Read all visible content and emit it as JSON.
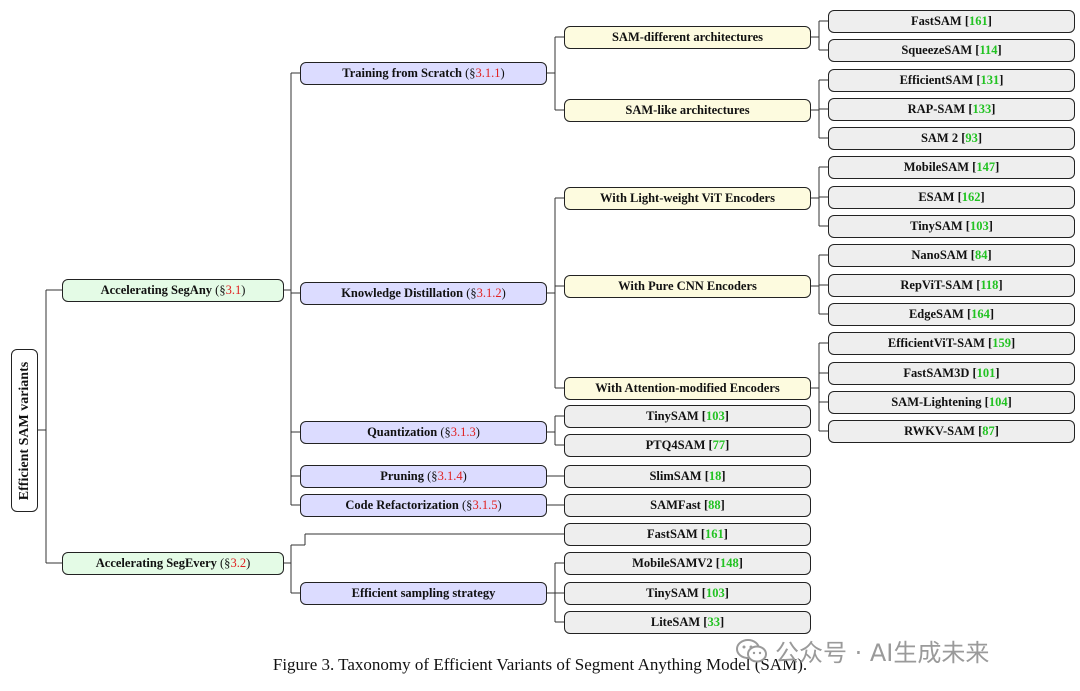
{
  "diagram": {
    "root": "Efficient SAM variants",
    "level1": [
      {
        "label": "Accelerating SegAny",
        "section": "3.1"
      },
      {
        "label": "Accelerating SegEvery",
        "section": "3.2"
      }
    ],
    "level2": [
      {
        "label": "Training from Scratch",
        "section": "3.1.1"
      },
      {
        "label": "Knowledge Distillation",
        "section": "3.1.2"
      },
      {
        "label": "Quantization",
        "section": "3.1.3"
      },
      {
        "label": "Pruning",
        "section": "3.1.4"
      },
      {
        "label": "Code Refactorization",
        "section": "3.1.5"
      },
      {
        "label": "Efficient sampling strategy",
        "section": ""
      }
    ],
    "level3": [
      {
        "label": "SAM-different architectures"
      },
      {
        "label": "SAM-like architectures"
      },
      {
        "label": "With Light-weight ViT Encoders"
      },
      {
        "label": "With Pure CNN Encoders"
      },
      {
        "label": "With Attention-modified Encoders"
      }
    ],
    "methods": [
      {
        "name": "FastSAM",
        "ref": "161"
      },
      {
        "name": "SqueezeSAM",
        "ref": "114"
      },
      {
        "name": "EfficientSAM",
        "ref": "131"
      },
      {
        "name": "RAP-SAM",
        "ref": "133"
      },
      {
        "name": "SAM 2",
        "ref": "93"
      },
      {
        "name": "MobileSAM",
        "ref": "147"
      },
      {
        "name": "ESAM",
        "ref": "162"
      },
      {
        "name": "TinySAM",
        "ref": "103"
      },
      {
        "name": "NanoSAM",
        "ref": "84"
      },
      {
        "name": "RepViT-SAM",
        "ref": "118"
      },
      {
        "name": "EdgeSAM",
        "ref": "164"
      },
      {
        "name": "EfficientViT-SAM",
        "ref": "159"
      },
      {
        "name": "FastSAM3D",
        "ref": "101"
      },
      {
        "name": "SAM-Lightening",
        "ref": "104"
      },
      {
        "name": "RWKV-SAM",
        "ref": "87"
      },
      {
        "name": "TinySAM",
        "ref": "103"
      },
      {
        "name": "PTQ4SAM",
        "ref": "77"
      },
      {
        "name": "SlimSAM",
        "ref": "18"
      },
      {
        "name": "SAMFast",
        "ref": "88"
      },
      {
        "name": "FastSAM",
        "ref": "161"
      },
      {
        "name": "MobileSAMV2",
        "ref": "148"
      },
      {
        "name": "TinySAM",
        "ref": "103"
      },
      {
        "name": "LiteSAM",
        "ref": "33"
      }
    ]
  },
  "colors": {
    "level1": "#e4fbe6",
    "level2": "#dcdcff",
    "level3": "#fdfbdf",
    "leaf": "#eeeeee",
    "section_ref": "#e02020",
    "citation": "#22c322"
  },
  "caption": "Figure 3. Taxonomy of Efficient Variants of Segment Anything Model (SAM).",
  "watermark": "公众号 · AI生成未来"
}
